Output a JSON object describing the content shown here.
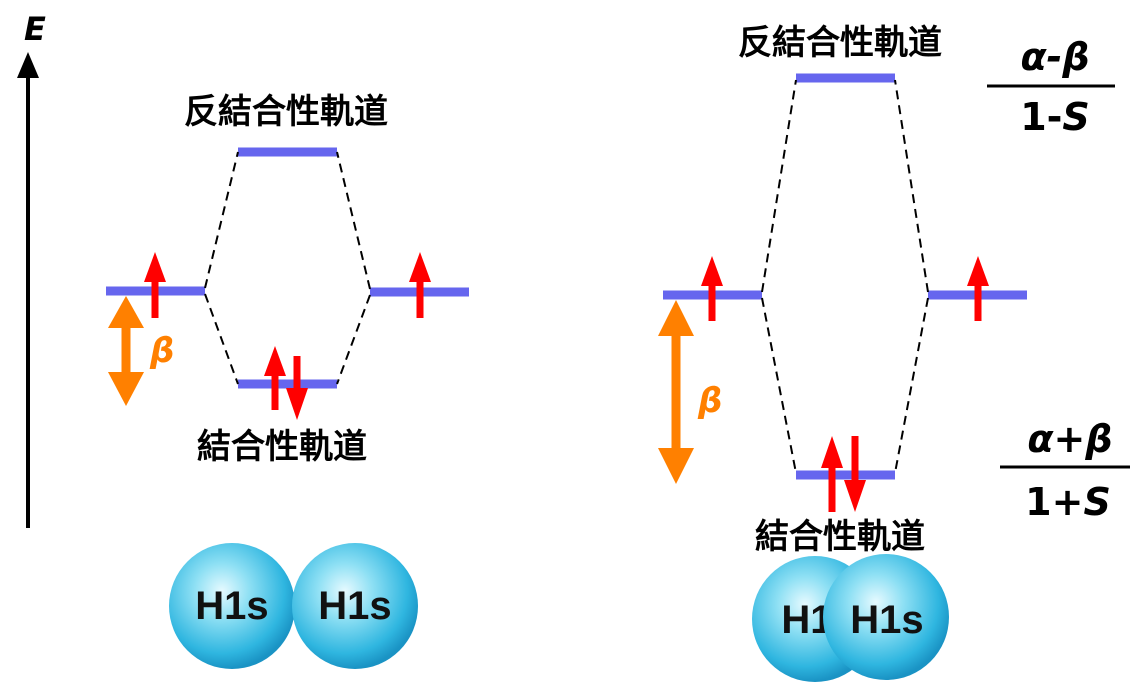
{
  "axis": {
    "label": "E"
  },
  "left_diagram": {
    "antibonding_label": "反結合性軌道",
    "bonding_label": "結合性軌道",
    "beta_label": "β",
    "atoms": [
      "H1s",
      "H1s"
    ]
  },
  "right_diagram": {
    "antibonding_label": "反結合性軌道",
    "bonding_label": "結合性軌道",
    "beta_label": "β",
    "atoms": [
      "H1",
      "H1s"
    ],
    "antibonding_energy": {
      "numerator": "α-β",
      "denominator_prefix": "1-",
      "denominator_var": "S"
    },
    "bonding_energy": {
      "numerator": "α+β",
      "denominator_prefix": "1+",
      "denominator_var": "S"
    }
  },
  "colors": {
    "level": "#6666ee",
    "electron": "#ff0000",
    "beta_arrow": "#ff8000",
    "atom_fill": "#33bbdd",
    "axis": "#000000"
  }
}
